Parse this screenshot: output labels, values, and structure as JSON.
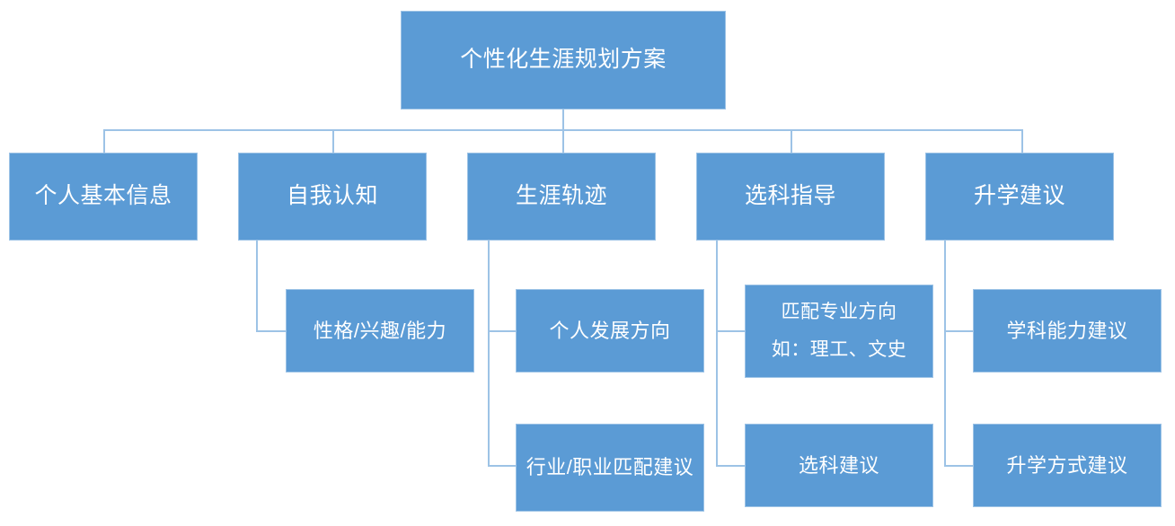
{
  "diagram": {
    "title": "个性化生涯规划方案",
    "type": "org-chart",
    "accent_color": "#5B9BD5",
    "border_color": "#9DC3E6",
    "text_color": "#FFFFFF",
    "background_color": "#FFFFFF",
    "root": {
      "label": "个性化生涯规划方案"
    },
    "branches": [
      {
        "label": "个人基本信息",
        "children": []
      },
      {
        "label": "自我认知",
        "children": [
          {
            "lines": [
              "性格/兴趣/能力"
            ]
          }
        ]
      },
      {
        "label": "生涯轨迹",
        "children": [
          {
            "lines": [
              "个人发展方向"
            ]
          },
          {
            "lines": [
              "行业/职业匹配建议"
            ]
          }
        ]
      },
      {
        "label": "选科指导",
        "children": [
          {
            "lines": [
              "匹配专业方向",
              "如：理工、文史"
            ]
          },
          {
            "lines": [
              "选科建议"
            ]
          }
        ]
      },
      {
        "label": "升学建议",
        "children": [
          {
            "lines": [
              "学科能力建议"
            ]
          },
          {
            "lines": [
              "升学方式建议"
            ]
          }
        ]
      }
    ]
  }
}
